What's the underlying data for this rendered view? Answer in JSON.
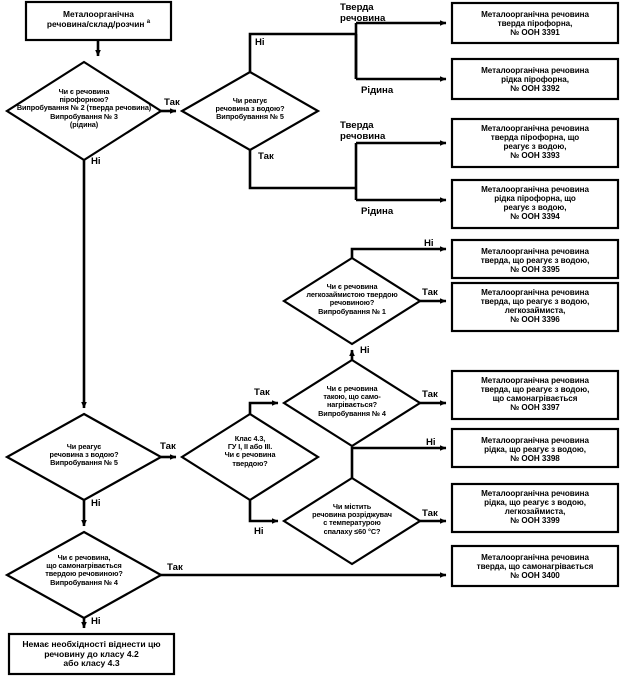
{
  "diagram": {
    "title": "Metal organic substance classification decision tree",
    "language": "uk",
    "colors": {
      "stroke": "#000000",
      "fill": "#ffffff",
      "text": "#000000"
    }
  },
  "nodes": {
    "start": {
      "label": "Металоорганічна\nречовина/склад/розчин a",
      "superscript": "a",
      "shape": "rectangle"
    },
    "d1": {
      "label": "Чи є речовина\nпірофорною?\nВипробування № 2 (тверда речовина)\nВипробування № 3\n(рідина)",
      "shape": "diamond"
    },
    "d2": {
      "label": "Чи реагує\nречовина з водою?\nВипробування № 5",
      "shape": "diamond"
    },
    "d3": {
      "label": "Чи є речовина\nлегкозаймистою твердою\nречовиною?\nВипробування № 1",
      "shape": "diamond"
    },
    "d4": {
      "label": "Чи є речовина\nтакою, що само-\nнагрівається?\nВипробування № 4",
      "shape": "diamond"
    },
    "d5": {
      "label": "Чи реагує\nречовина з водою?\nВипробування № 5",
      "shape": "diamond"
    },
    "d6": {
      "label": "Клас 4.3,\nГУ I, II або III.\nЧи є речовина\nтвердою?",
      "shape": "diamond"
    },
    "d7": {
      "label": "Чи містить\nречовина розріджувач\nс температурою\nспалаху ≤60 °C?",
      "shape": "diamond"
    },
    "d8": {
      "label": "Чи є речовина,\nщо самонагрівається\nтвердою речовиною?\nВипробування № 4",
      "shape": "diamond"
    },
    "r3391": {
      "label": "Металоорганічна речовина\nтверда пірофорна,\n№ ООН 3391",
      "un": "3391",
      "shape": "rectangle"
    },
    "r3392": {
      "label": "Металоорганічна речовина\nрідка пірофорна,\n№ ООН 3392",
      "un": "3392",
      "shape": "rectangle"
    },
    "r3393": {
      "label": "Металоорганічна речовина\nтверда пірофорна, що\nреагує з водою,\n№ ООН 3393",
      "un": "3393",
      "shape": "rectangle"
    },
    "r3394": {
      "label": "Металоорганічна речовина\nрідка пірофорна, що\nреагує з водою,\n№ ООН 3394",
      "un": "3394",
      "shape": "rectangle"
    },
    "r3395": {
      "label": "Металоорганічна речовина\nтверда, що реагує з водою,\n№ ООН 3395",
      "un": "3395",
      "shape": "rectangle"
    },
    "r3396": {
      "label": "Металоорганічна речовина\nтверда, що реагує з водою,\nлегкозаймиста,\n№ ООН 3396",
      "un": "3396",
      "shape": "rectangle"
    },
    "r3397": {
      "label": "Металоорганічна речовина\nтверда, що реагує з водою,\nщо самонагрівається\n№ ООН 3397",
      "un": "3397",
      "shape": "rectangle"
    },
    "r3398": {
      "label": "Металоорганічна речовина\nрідка, що реагує з водою,\n№ ООН 3398",
      "un": "3398",
      "shape": "rectangle"
    },
    "r3399": {
      "label": "Металоорганічна речовина\nрідка, що реагує з водою,\nлегкозаймиста,\n№ ООН 3399",
      "un": "3399",
      "shape": "rectangle"
    },
    "r3400": {
      "label": "Металоорганічна речовина\nтверда, що самонагрівається\n№ ООН 3400",
      "un": "3400",
      "shape": "rectangle"
    },
    "end": {
      "label": "Немає необхідності віднести цю\nречовину до класу 4.2\nабо класу 4.3",
      "shape": "rectangle"
    }
  },
  "edge_labels": {
    "d1_yes": "Так",
    "d1_no": "Ні",
    "d2_no": "Ні",
    "d2_yes": "Так",
    "solid_1": "Тверда\nречовина",
    "liquid_1": "Рідина",
    "solid_2": "Тверда\nречовина",
    "liquid_2": "Рідина",
    "d3_no": "Ні",
    "d3_yes": "Так",
    "d4_no": "Ні",
    "d4_yes": "Так",
    "d5_yes": "Так",
    "d5_no": "Ні",
    "d6_yes": "Так",
    "d6_no": "Ні",
    "d7_no": "Ні",
    "d7_yes": "Так",
    "d8_yes": "Так",
    "d8_no": "Ні"
  }
}
